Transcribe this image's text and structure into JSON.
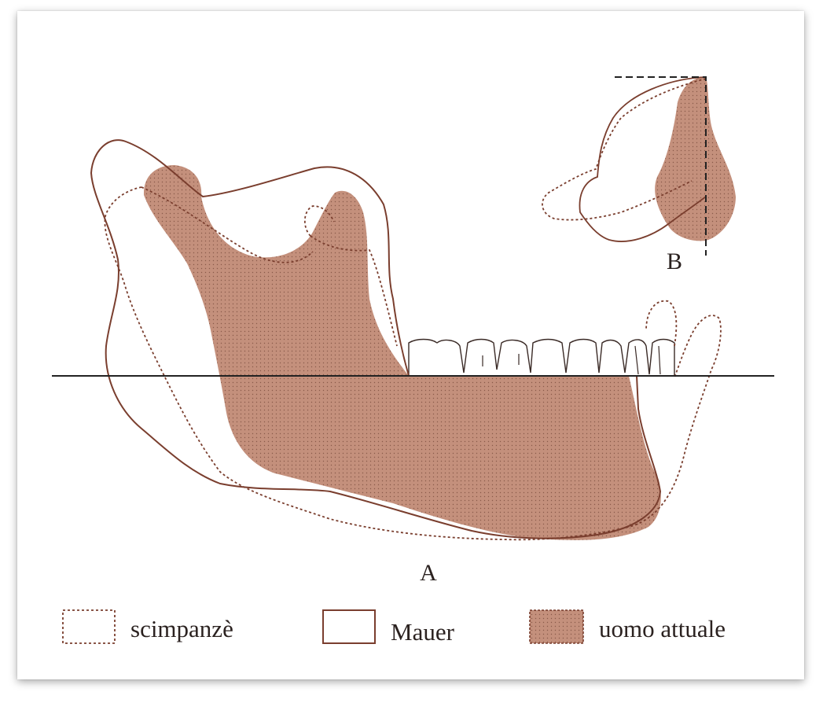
{
  "figure": {
    "label_a": "A",
    "label_b": "B"
  },
  "legend": {
    "items": [
      {
        "label": "scimpanzè",
        "style": "dotted-outline"
      },
      {
        "label": "Mauer",
        "style": "solid-outline"
      },
      {
        "label": "uomo attuale",
        "style": "filled"
      }
    ]
  },
  "colors": {
    "fill": "#c4907c",
    "stroke": "#7a3e2e",
    "dot": "#8a5a4a",
    "line": "#222222"
  }
}
